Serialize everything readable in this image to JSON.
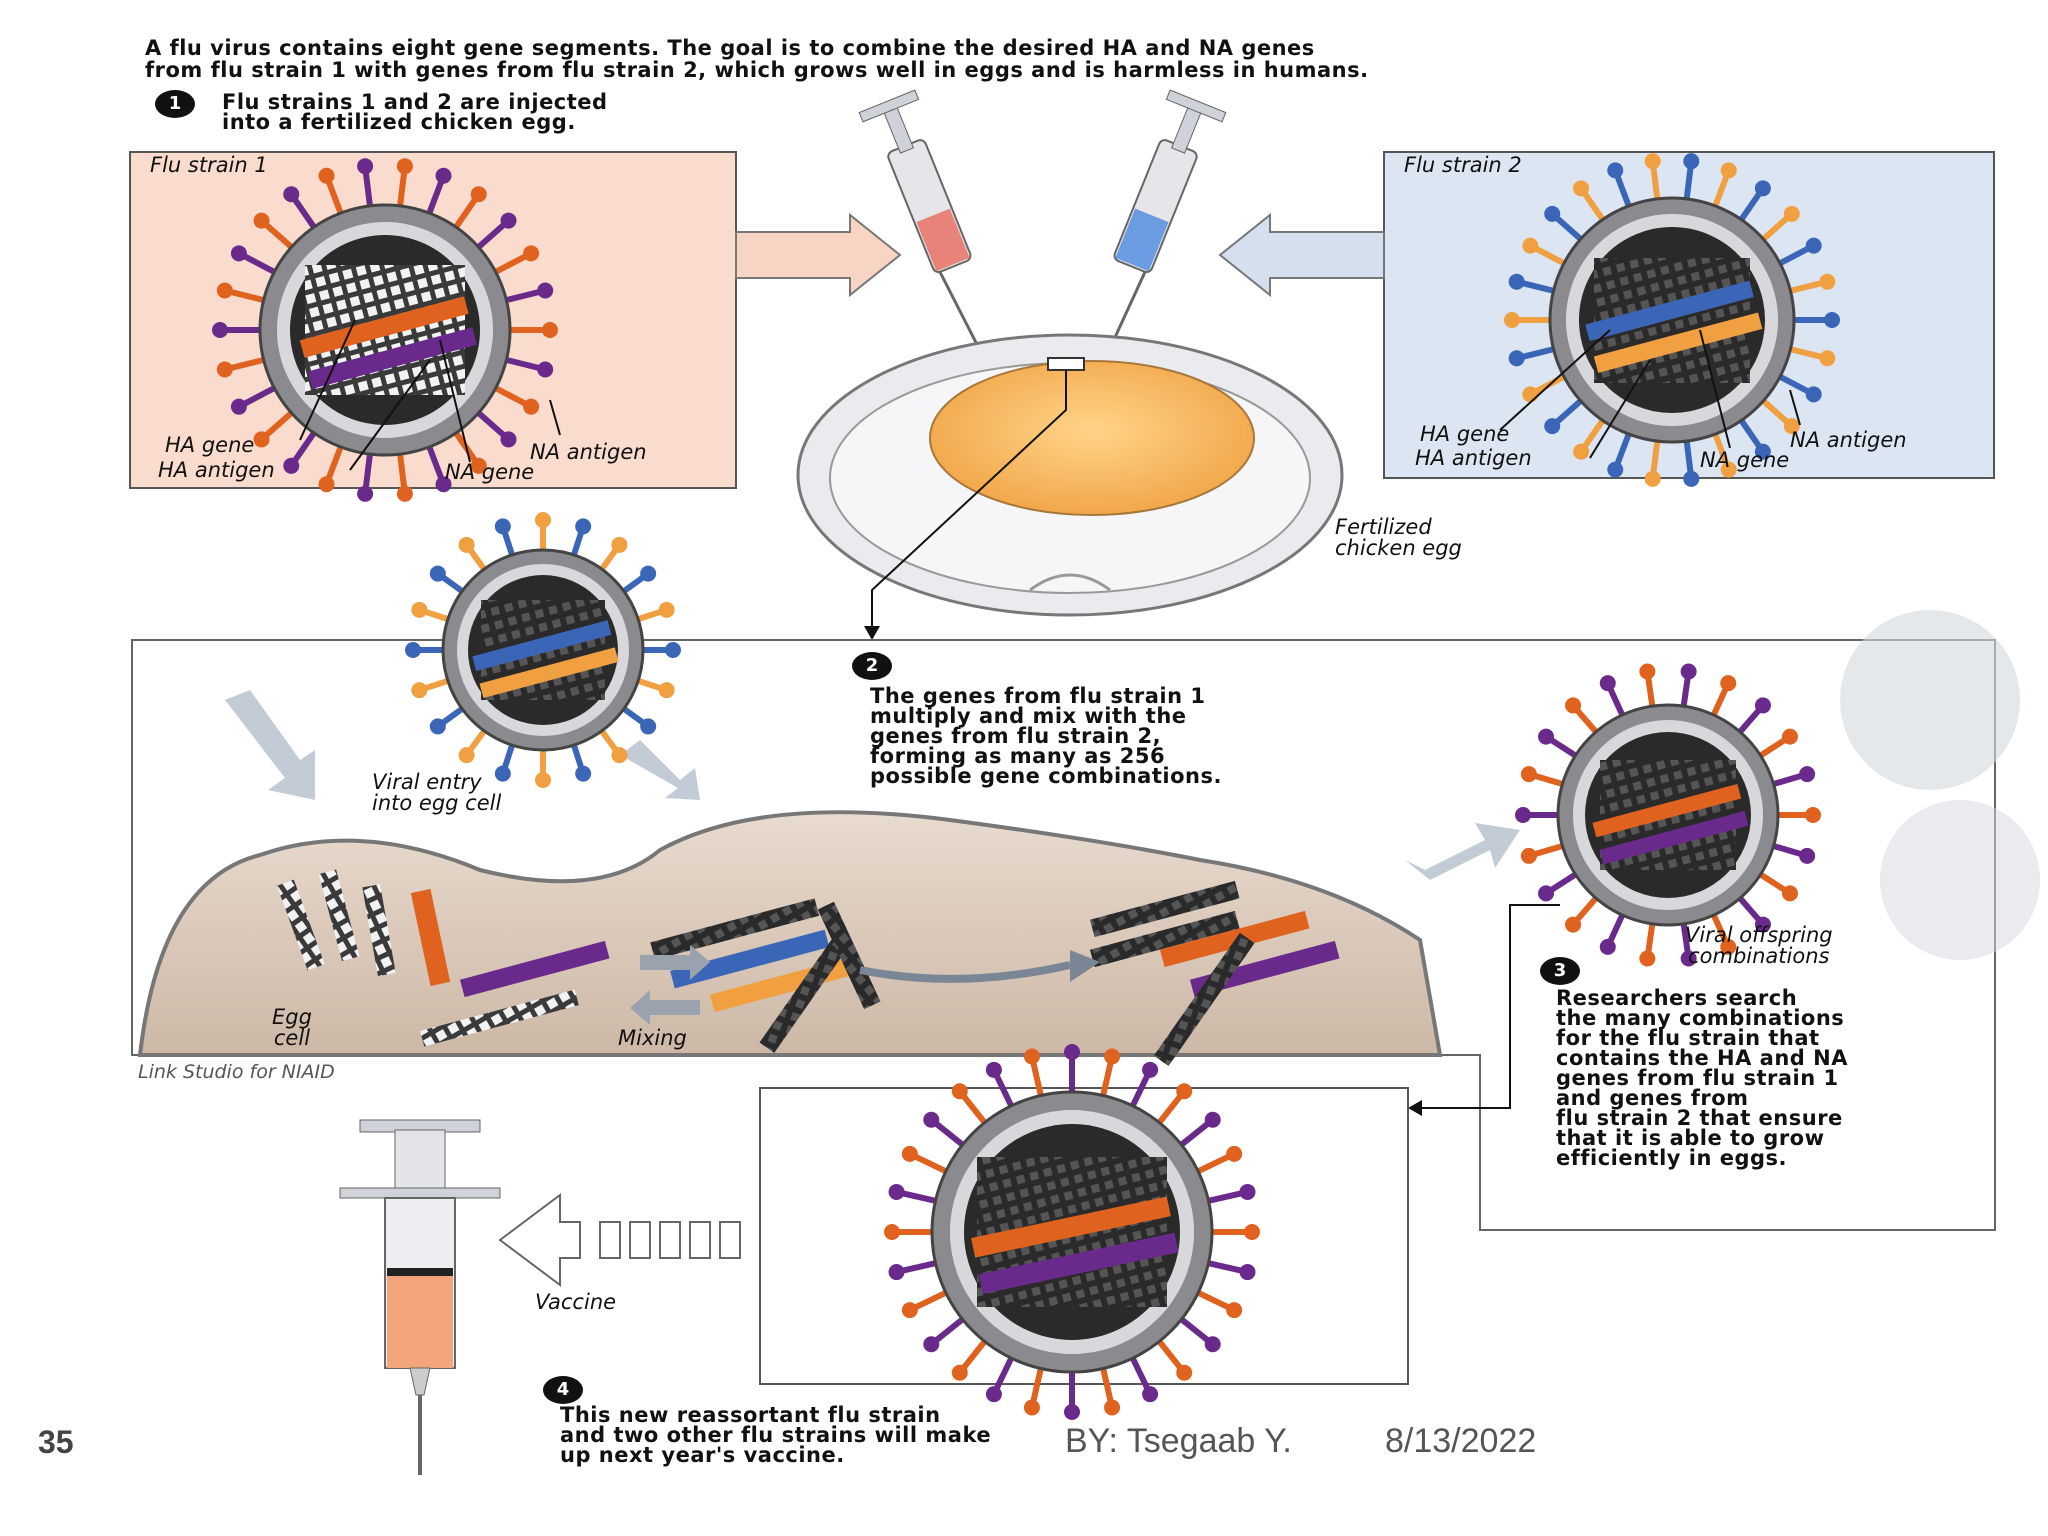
{
  "intro": {
    "line1": "A flu virus contains eight gene segments. The goal is to combine the desired HA and NA genes",
    "line2": "from flu strain 1 with genes from flu strain 2, which grows well in eggs and is harmless in humans."
  },
  "steps": [
    {
      "num": "1",
      "lines": [
        "Flu strains 1 and 2 are injected",
        "into a fertilized chicken egg."
      ]
    },
    {
      "num": "2",
      "lines": [
        "The genes from flu strain 1",
        "multiply and mix with the",
        "genes from flu strain 2,",
        "forming as many as 256",
        "possible gene combinations."
      ]
    },
    {
      "num": "3",
      "lines": [
        "Researchers search",
        "the many combinations",
        "for the flu strain that",
        "contains the HA and NA",
        "genes from flu strain 1",
        "and genes from",
        "flu strain 2 that ensure",
        "that it is able to grow",
        "efficiently in eggs."
      ]
    },
    {
      "num": "4",
      "lines": [
        "This new reassortant flu strain",
        "and two other flu strains will make",
        "up next year's vaccine."
      ]
    }
  ],
  "strain1": {
    "title": "Flu strain 1",
    "ha_gene": "HA gene",
    "ha_antigen": "HA antigen",
    "na_antigen": "NA antigen",
    "na_gene": "NA gene"
  },
  "strain2": {
    "title": "Flu strain 2",
    "ha_gene": "HA gene",
    "ha_antigen": "HA antigen",
    "na_antigen": "NA antigen",
    "na_gene": "NA gene"
  },
  "labels": {
    "egg_line1": "Fertilized",
    "egg_line2": "chicken egg",
    "viral_entry_line1": "Viral entry",
    "viral_entry_line2": "into egg cell",
    "egg_cell_line1": "Egg",
    "egg_cell_line2": "cell",
    "mixing": "Mixing",
    "offspring_line1": "Viral offspring",
    "offspring_line2": "combinations",
    "credit": "Link Studio for NIAID",
    "vaccine": "Vaccine"
  },
  "footer": {
    "page": "35",
    "author": "BY: Tsegaab Y.",
    "date": "8/13/2022"
  },
  "colors": {
    "strain1_bg": "#f9dccd",
    "strain2_bg": "#dbe6f2",
    "ha_orange": "#e0621f",
    "na_purple": "#6a2a8c",
    "blue_spike": "#3b66b8",
    "gold_spike": "#f0a040",
    "yolk": "#f7b456",
    "cell": "#d9c7b6"
  }
}
